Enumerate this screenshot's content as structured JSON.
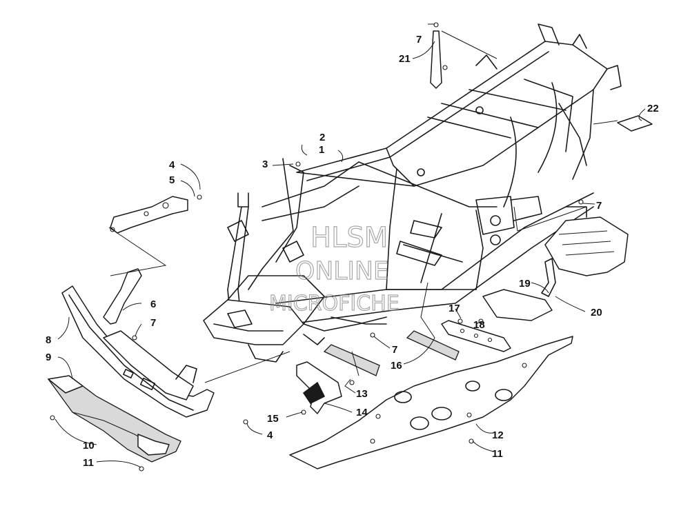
{
  "callouts": {
    "c1": "1",
    "c2": "2",
    "c3": "3",
    "c4a": "4",
    "c4b": "4",
    "c5": "5",
    "c6": "6",
    "c7a": "7",
    "c7b": "7",
    "c7c": "7",
    "c7d": "7",
    "c8": "8",
    "c9": "9",
    "c10": "10",
    "c11a": "11",
    "c11b": "11",
    "c12": "12",
    "c13": "13",
    "c14": "14",
    "c15": "15",
    "c16": "16",
    "c17": "17",
    "c18": "18",
    "c19": "19",
    "c20": "20",
    "c21": "21",
    "c22": "22"
  },
  "watermark": {
    "line1": "HLSM",
    "line2": "ONLINE",
    "line3": "MICROFICHE"
  }
}
